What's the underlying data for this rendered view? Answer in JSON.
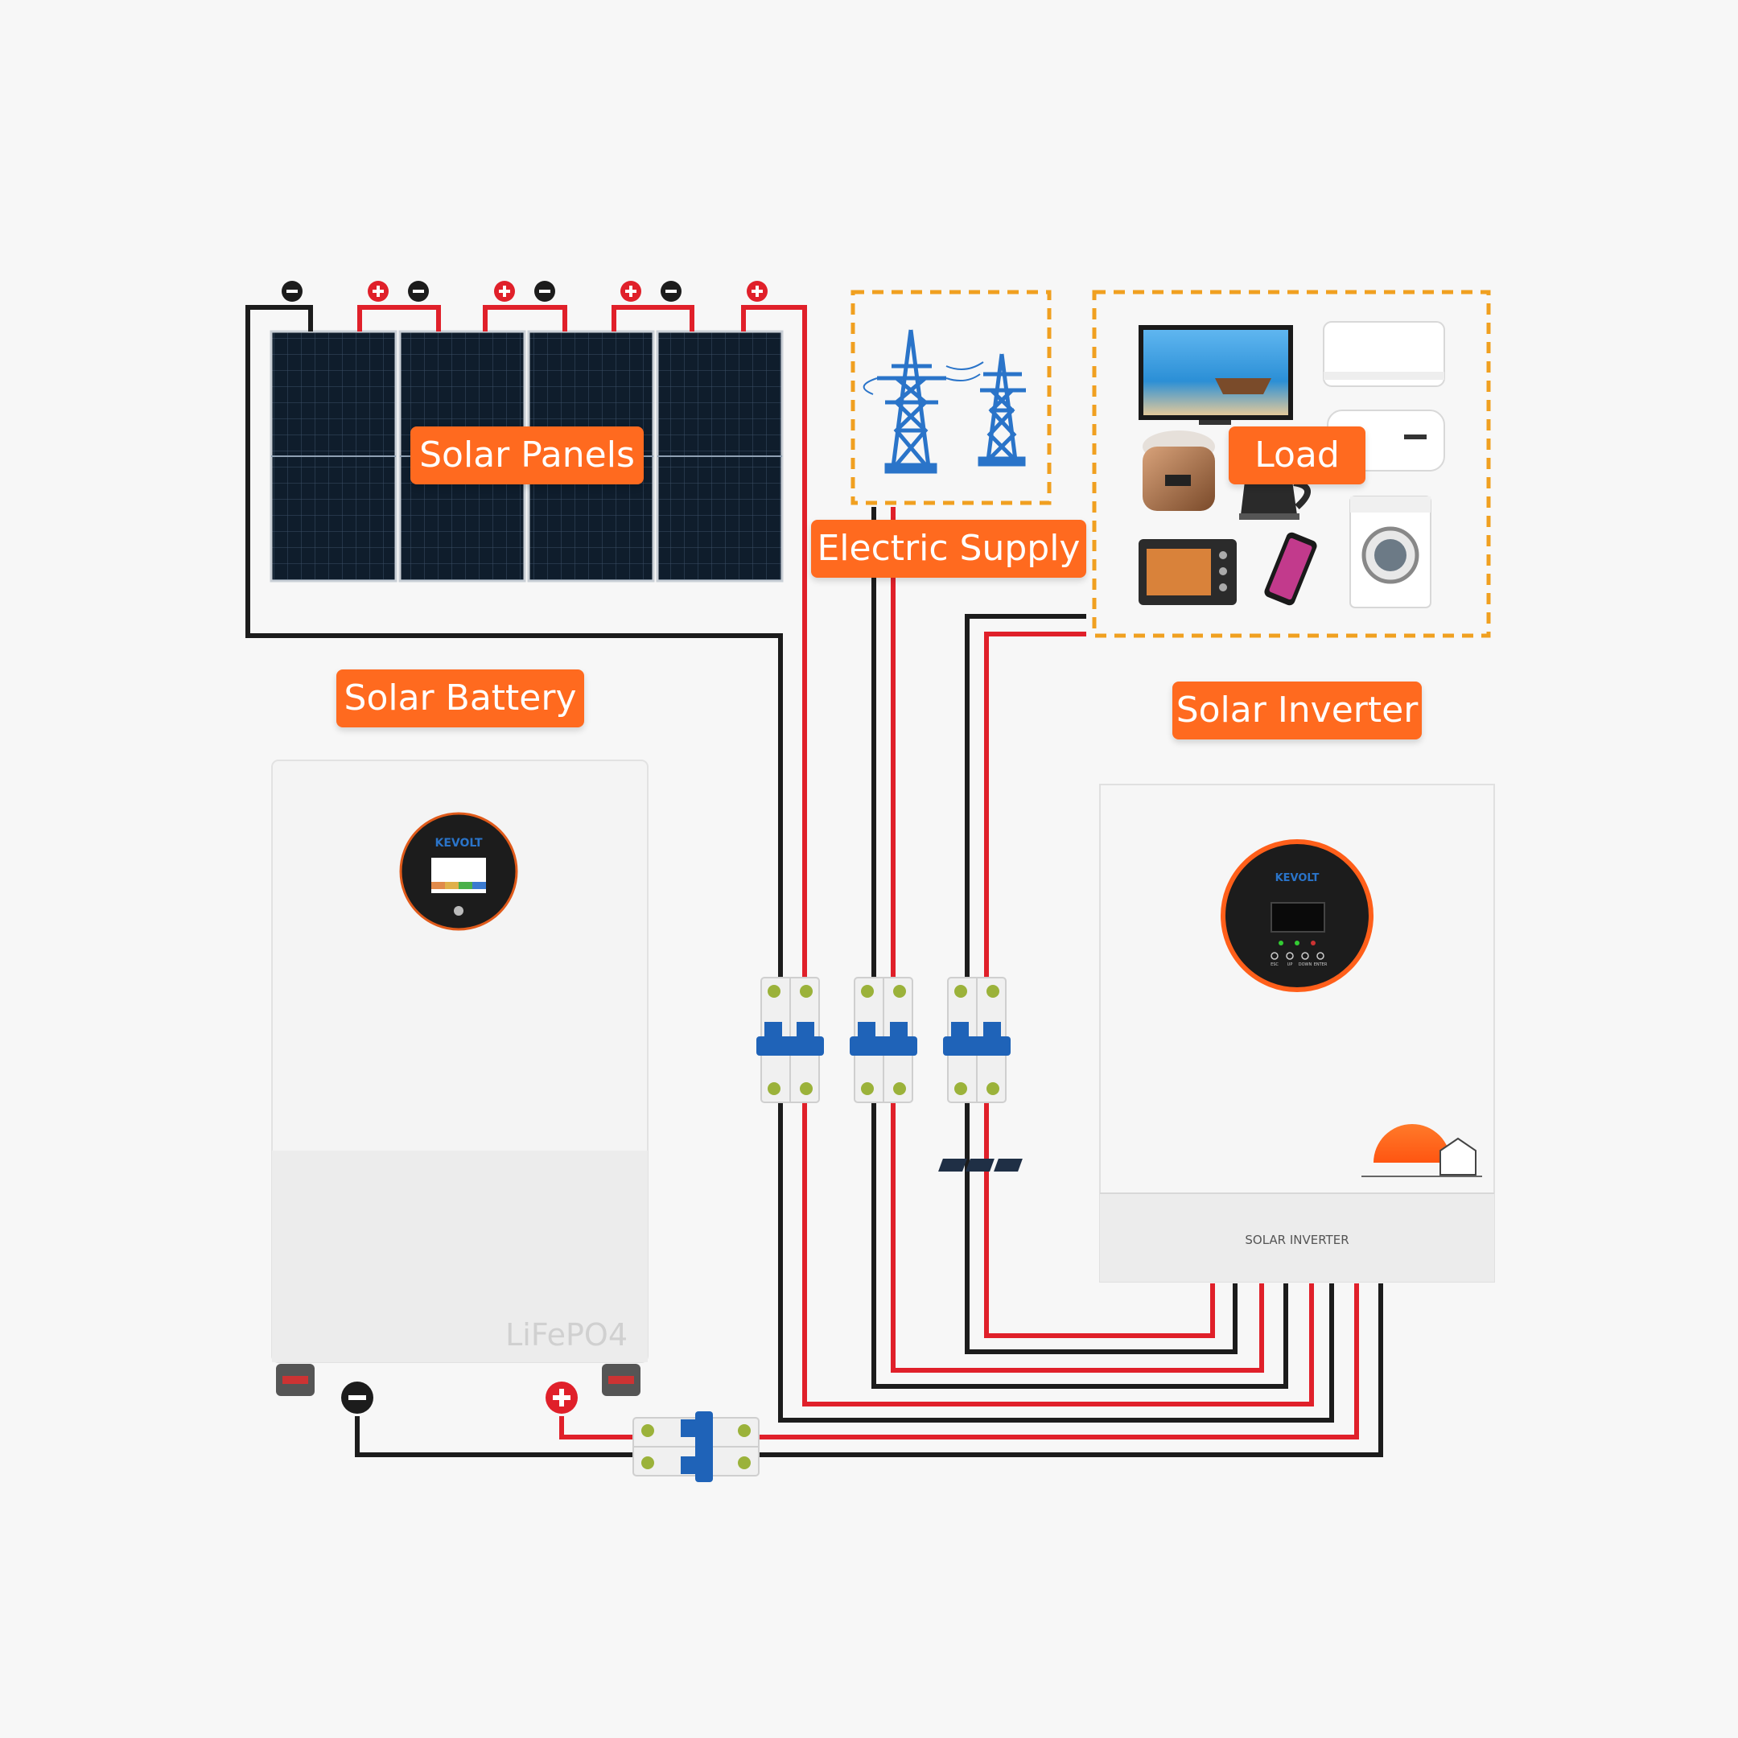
{
  "labels": {
    "solar_panels": "Solar Panels",
    "electric_supply": "Electric Supply",
    "load": "Load",
    "solar_battery": "Solar Battery",
    "solar_inverter": "Solar Inverter"
  },
  "battery": {
    "brand": "KEVOLT",
    "chemistry": "LiFePO4"
  },
  "inverter": {
    "brand": "KEVOLT",
    "caption": "SOLAR INVERTER",
    "buttons": [
      "ESC",
      "UP",
      "DOWN",
      "ENTER"
    ]
  },
  "colors": {
    "accent": "#ff6a1f",
    "positive_wire": "#e0202a",
    "negative_wire": "#1c1c1c",
    "breaker_blue": "#1f63b8",
    "dashed_frame": "#f0a020"
  }
}
